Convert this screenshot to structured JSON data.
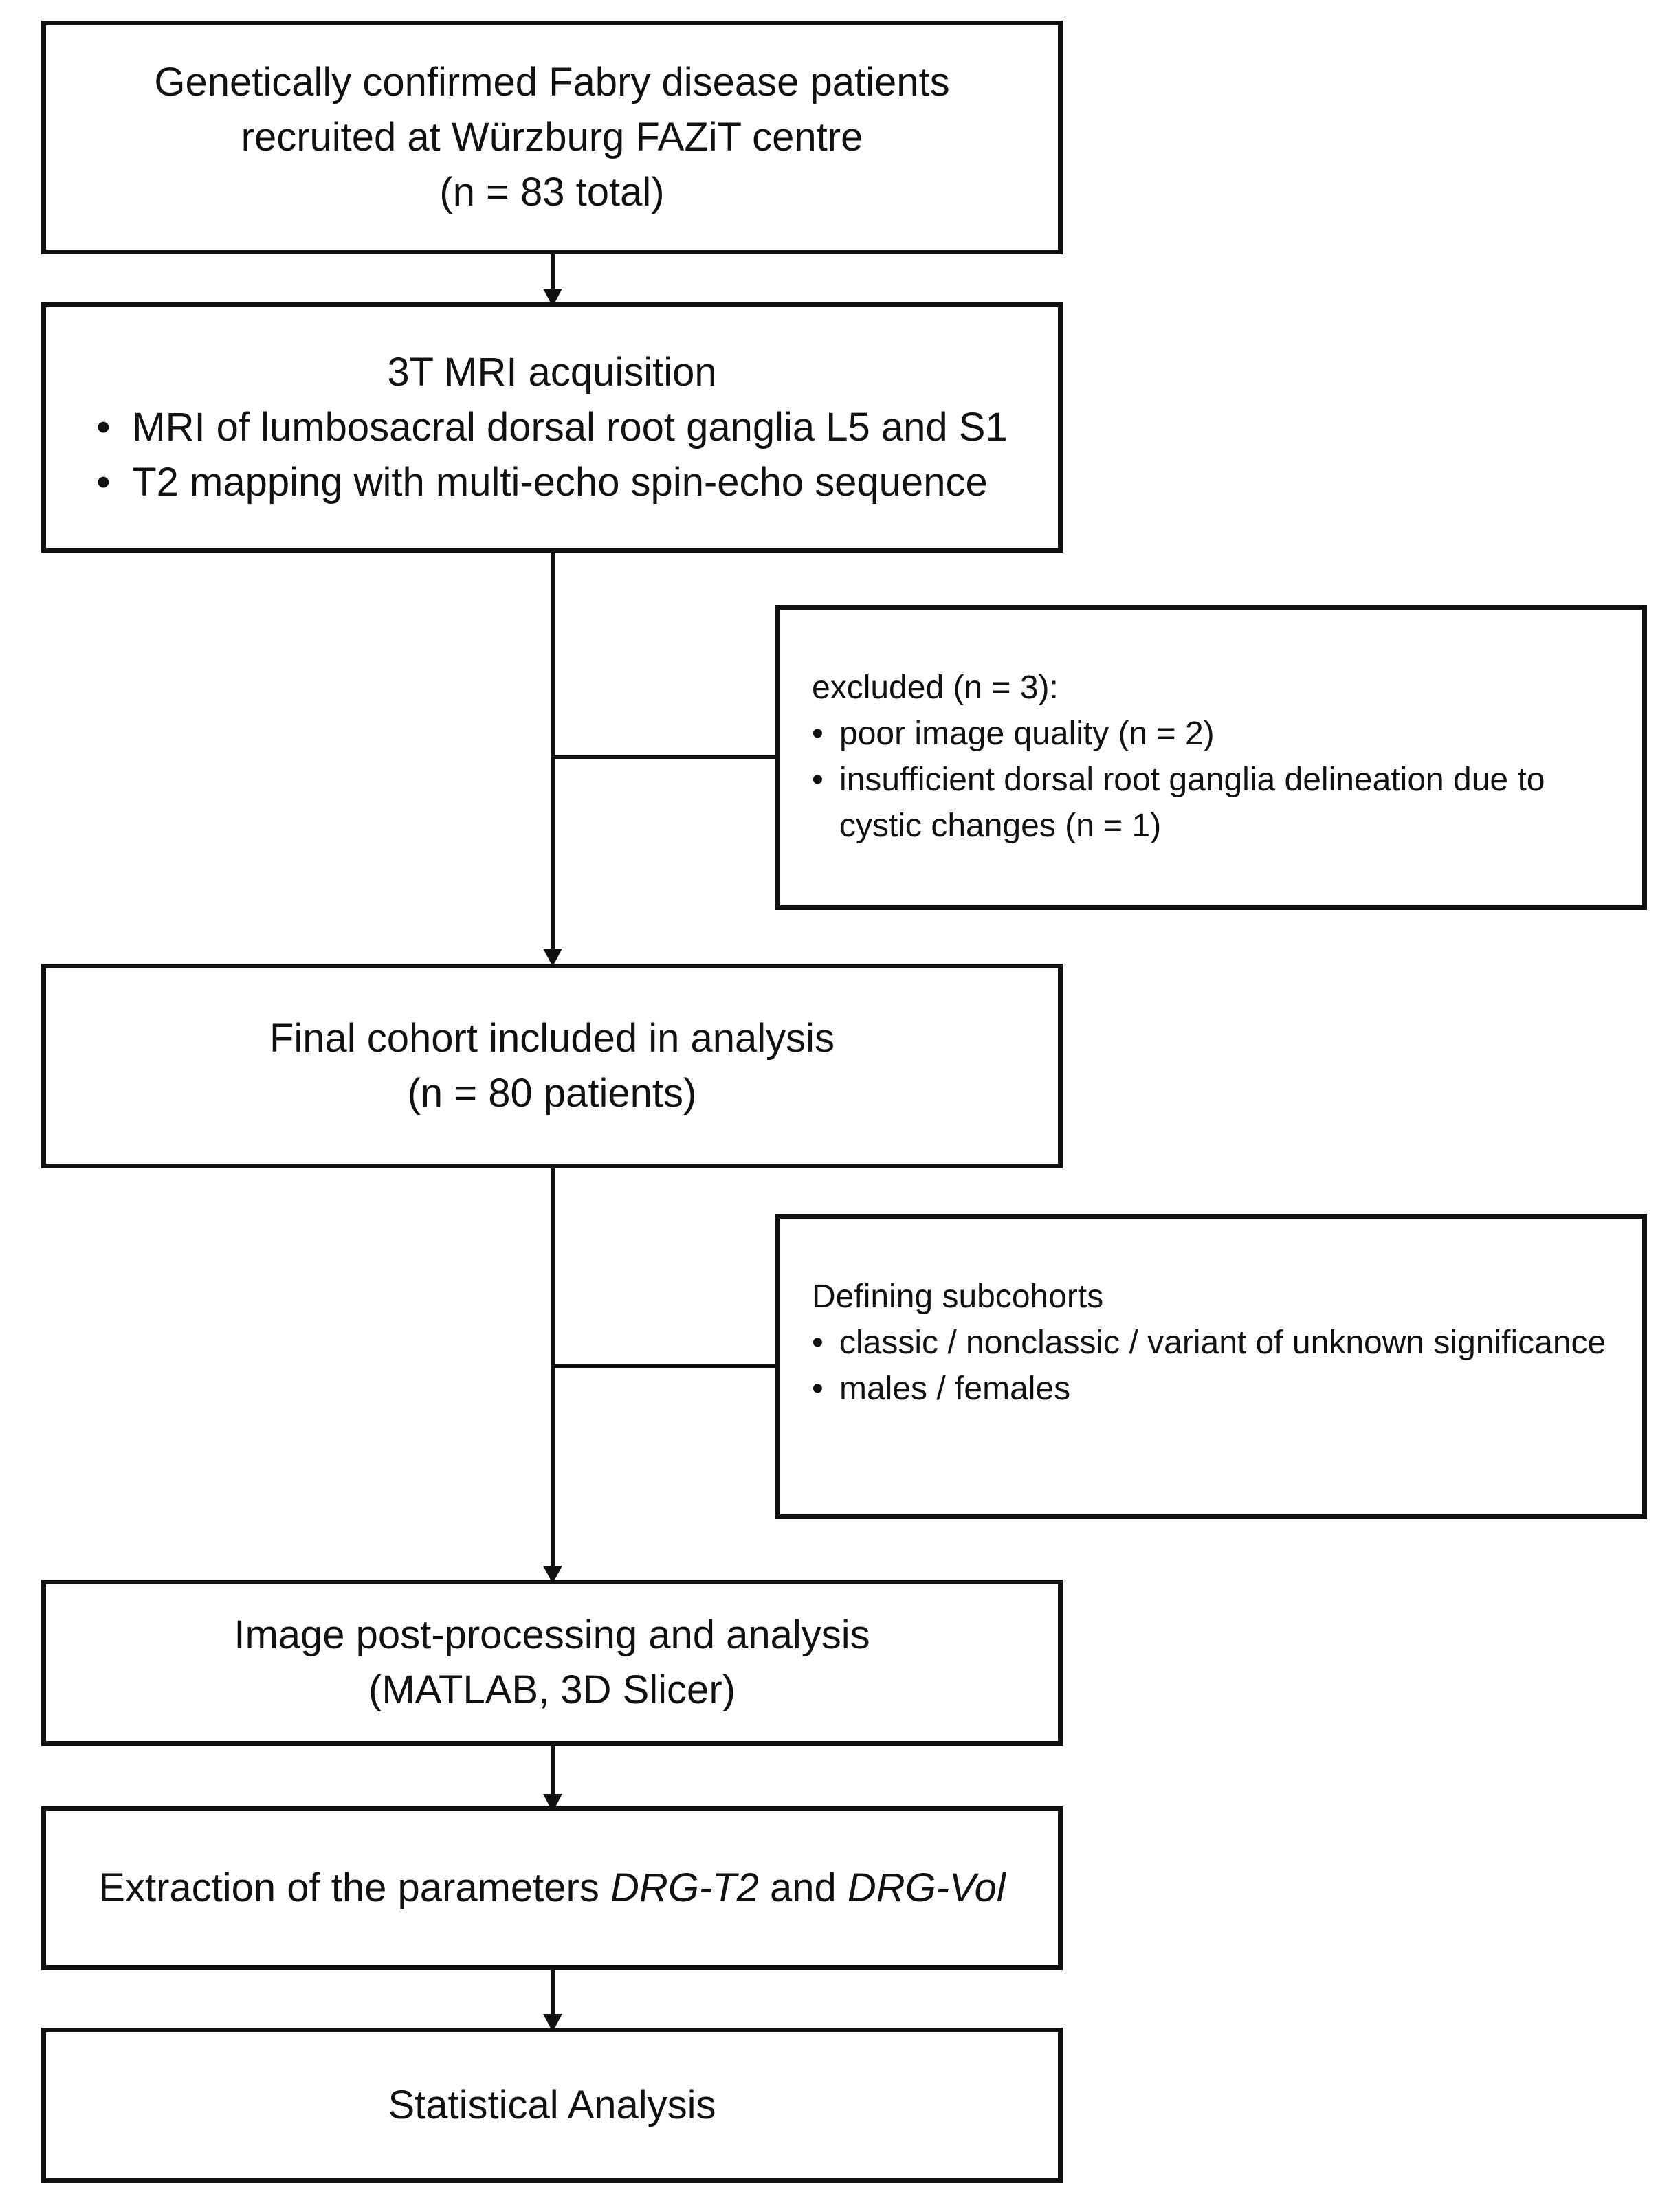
{
  "boxes": {
    "recruit": {
      "lines": [
        "Genetically confirmed Fabry disease patients",
        "recruited at Würzburg FAZiT centre",
        "(n = 83 total)"
      ]
    },
    "mri": {
      "title": "3T MRI acquisition",
      "bullets": [
        "MRI of lumbosacral dorsal root ganglia L5 and S1",
        "T2 mapping with multi-echo spin-echo sequence"
      ]
    },
    "excluded": {
      "title": "excluded (n = 3):",
      "bullets": [
        "poor image quality (n = 2)",
        "insufficient dorsal root ganglia delineation due to cystic changes (n = 1)"
      ]
    },
    "final": {
      "lines": [
        "Final cohort included in analysis",
        "(n = 80 patients)"
      ]
    },
    "subcohorts": {
      "title": "Defining subcohorts",
      "bullets": [
        "classic / nonclassic / variant of unknown significance",
        "males / females"
      ]
    },
    "postproc": {
      "lines": [
        "Image post-processing and analysis",
        "(MATLAB, 3D Slicer)"
      ]
    },
    "extraction": {
      "prefix": "Extraction of the parameters ",
      "param1": "DRG-T2",
      "middle": " and ",
      "param2": "DRG-Vol"
    },
    "stats": {
      "label": "Statistical Analysis"
    }
  }
}
